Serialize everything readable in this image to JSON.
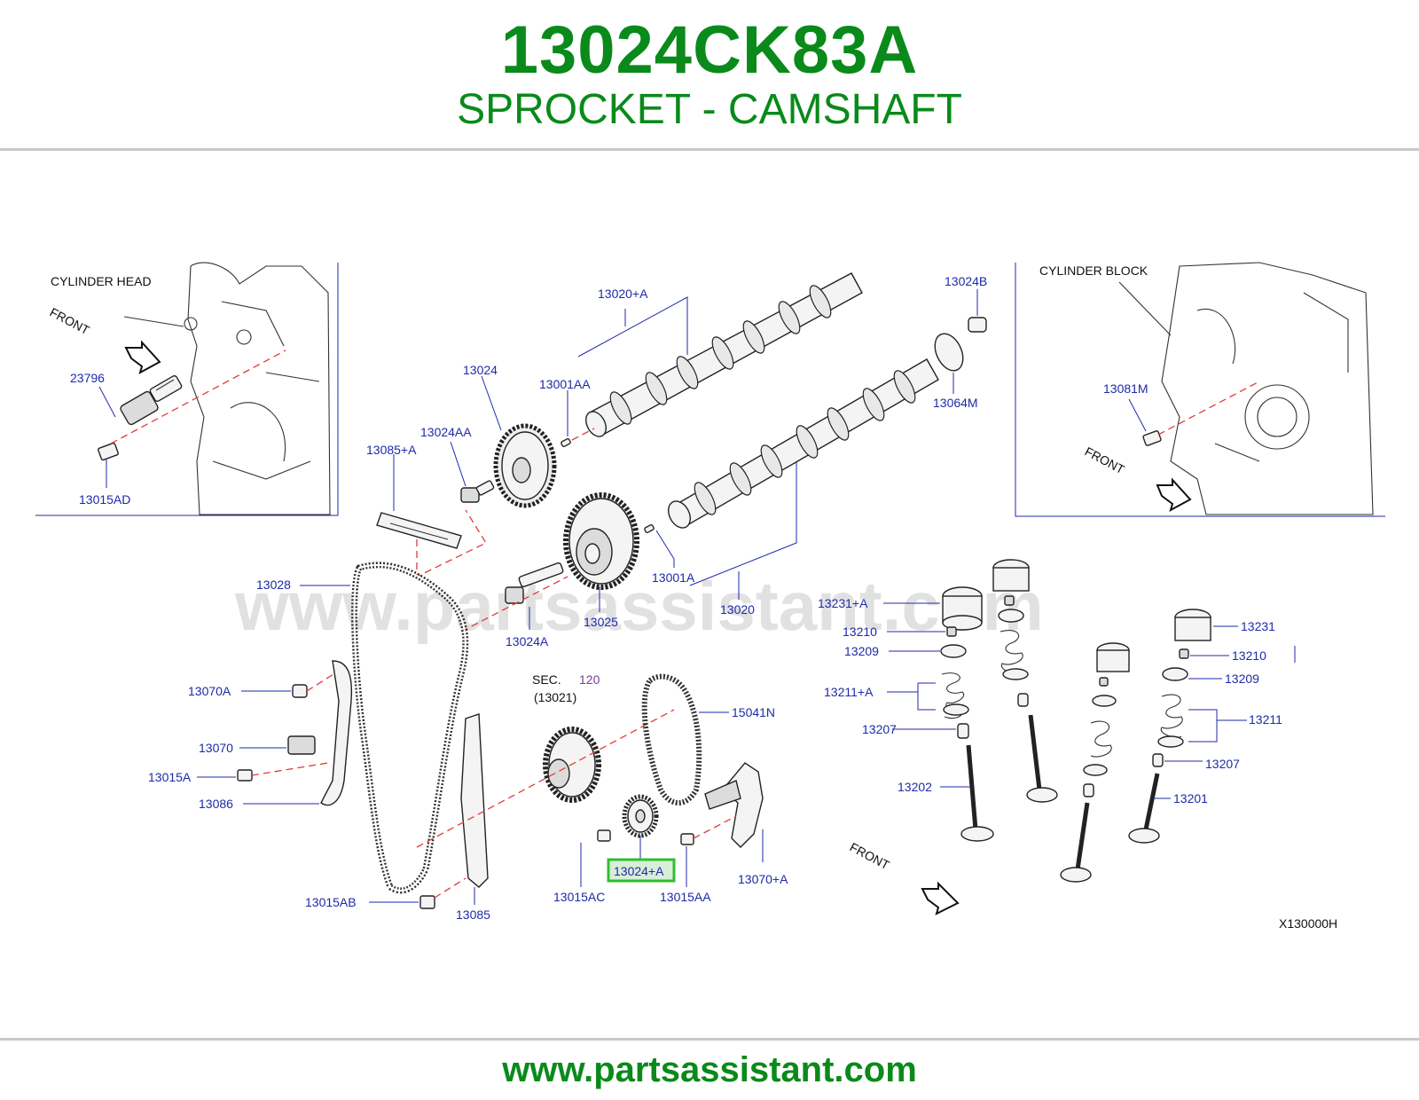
{
  "header": {
    "part_number": "13024CK83A",
    "part_name": "SPROCKET - CAMSHAFT"
  },
  "footer": {
    "url": "www.partsassistant.com"
  },
  "diagram": {
    "watermark": "www.partsassistant.com",
    "diagram_code": "X130000H",
    "highlighted_callout": "13024+A",
    "highlight_color": "#2fbf2f",
    "insets": {
      "cylinder_head": {
        "title": "CYLINDER   HEAD",
        "front": "FRONT"
      },
      "cylinder_block": {
        "title": "CYLINDER   BLOCK",
        "front": "FRONT"
      }
    },
    "front_main": "FRONT",
    "sec_label": "SEC.",
    "sec_number": "120",
    "sec_ref": "(13021)",
    "callouts": {
      "c23796": "23796",
      "c13015AD": "13015AD",
      "c13020A": "13020+A",
      "c13024B": "13024B",
      "c13024": "13024",
      "c13001AA": "13001AA",
      "c13064M": "13064M",
      "c13024AA": "13024AA",
      "c13085A": "13085+A",
      "c13081M": "13081M",
      "c13001A": "13001A",
      "c13028": "13028",
      "c13025": "13025",
      "c13020": "13020",
      "c13024A": "13024A",
      "c13070A": "13070A",
      "c13070": "13070",
      "c13015A": "13015A",
      "c13086": "13086",
      "c15041N": "15041N",
      "c13015AB": "13015AB",
      "c13085": "13085",
      "c13015AC": "13015AC",
      "c13024plusA": "13024+A",
      "c13015AA": "13015AA",
      "c13070plusA": "13070+A",
      "c13231A": "13231+A",
      "c13210L": "13210",
      "c13209L": "13209",
      "c13211A": "13211+A",
      "c13207L": "13207",
      "c13202": "13202",
      "c13231": "13231",
      "c13210R": "13210",
      "c13209R": "13209",
      "c13211": "13211",
      "c13207R": "13207",
      "c13201": "13201"
    }
  }
}
